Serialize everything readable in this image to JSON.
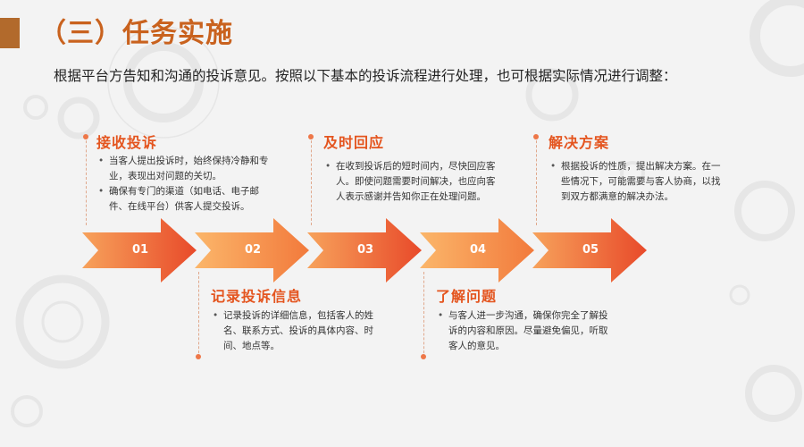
{
  "title": "（三）任务实施",
  "intro": "根据平台方告知和沟通的投诉意见。按照以下基本的投诉流程进行处理，也可根据实际情况进行调整：",
  "colors": {
    "accent": "#e4551f",
    "title": "#c9621e",
    "arrow_dark": "#e9502a",
    "arrow_light": "#f59a55"
  },
  "steps": [
    {
      "num": "01",
      "title": "接收投诉",
      "bullets": [
        "当客人提出投诉时，始终保持冷静和专业，表现出对问题的关切。",
        "确保有专门的渠道（如电话、电子邮件、在线平台）供客人提交投诉。"
      ]
    },
    {
      "num": "02",
      "title": "记录投诉信息",
      "bullets": [
        "记录投诉的详细信息，包括客人的姓名、联系方式、投诉的具体内容、时间、地点等。"
      ]
    },
    {
      "num": "03",
      "title": "及时回应",
      "bullets": [
        "在收到投诉后的短时间内，尽快回应客人。即使问题需要时间解决，也应向客人表示感谢并告知你正在处理问题。"
      ]
    },
    {
      "num": "04",
      "title": "了解问题",
      "bullets": [
        "与客人进一步沟通，确保你完全了解投诉的内容和原因。尽量避免偏见，听取客人的意见。"
      ]
    },
    {
      "num": "05",
      "title": "解决方案",
      "bullets": [
        "根据投诉的性质，提出解决方案。在一些情况下，可能需要与客人协商，以找到双方都满意的解决办法。"
      ]
    }
  ]
}
